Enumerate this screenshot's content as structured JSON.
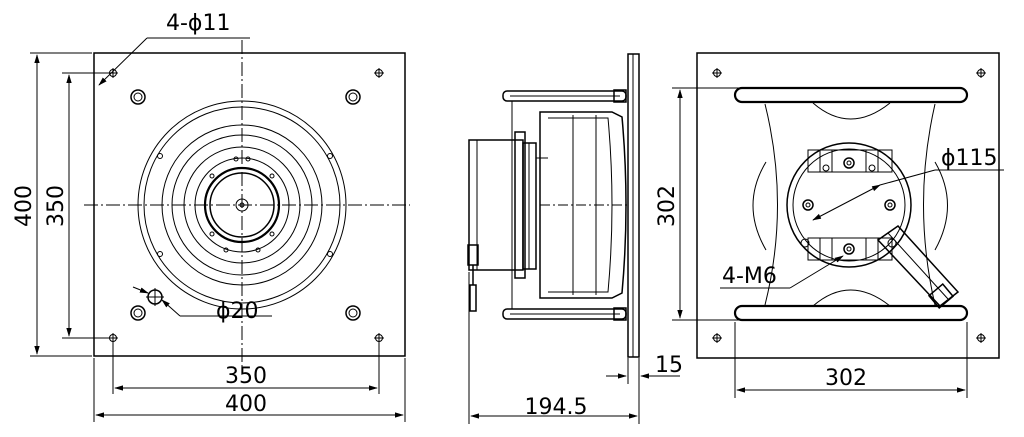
{
  "front_view": {
    "hole_callout": "4-ϕ11",
    "center_hole_callout": "ϕ20",
    "overall_height": "400",
    "hole_spacing_height": "350",
    "hole_spacing_width": "350",
    "overall_width": "400"
  },
  "side_view": {
    "depth": "194.5",
    "flange_thickness": "15"
  },
  "rear_view": {
    "motor_diameter_callout": "ϕ115",
    "thread_callout": "4-M6",
    "mount_spacing_height": "302",
    "mount_spacing_width": "302"
  }
}
